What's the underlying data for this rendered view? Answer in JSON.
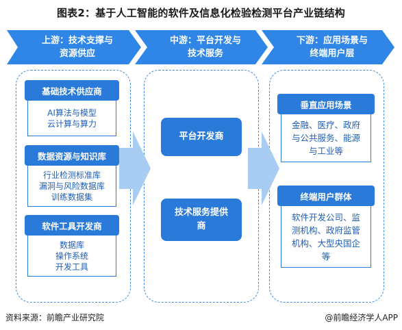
{
  "title": "图表2：基于人工智能的软件及信息化检验检测平台产业链结构",
  "stages": [
    {
      "line1": "上游：技术支撑与",
      "line2": "资源供应"
    },
    {
      "line1": "中游：平台开发与",
      "line2": "技术服务"
    },
    {
      "line1": "下游：应用场景与",
      "line2": "终端用户层"
    }
  ],
  "upstream": [
    {
      "head": "基础技术供应商",
      "lines": [
        "AI算法与模型",
        "云计算与算力"
      ]
    },
    {
      "head": "数据资源与知识库",
      "lines": [
        "行业检测标准库",
        "漏洞与风险数据库",
        "训练数据集"
      ]
    },
    {
      "head": "软件工具开发商",
      "lines": [
        "数据库",
        "操作系统",
        "开发工具"
      ]
    }
  ],
  "midstream": [
    {
      "lines": [
        "平台开发商"
      ]
    },
    {
      "lines": [
        "技术服务提供",
        "商"
      ]
    }
  ],
  "downstream": [
    {
      "head": "垂直应用场景",
      "lines": [
        "金融、医疗、政府",
        "与公共服务、能源",
        "与工业等"
      ]
    },
    {
      "head": "终端用户群体",
      "lines": [
        "软件开发公司、监",
        "测机构、政府监管",
        "机构、大型央国企",
        "等"
      ]
    }
  ],
  "footer": {
    "source": "资料来源：前瞻产业研究院",
    "credit": "@前瞻经济学人APP"
  },
  "colors": {
    "primary": "#2a7ad9",
    "stage_bar": "#2f86e6",
    "flow_arrow": "#a9cdf2",
    "text_blue": "#1f5fb8"
  }
}
